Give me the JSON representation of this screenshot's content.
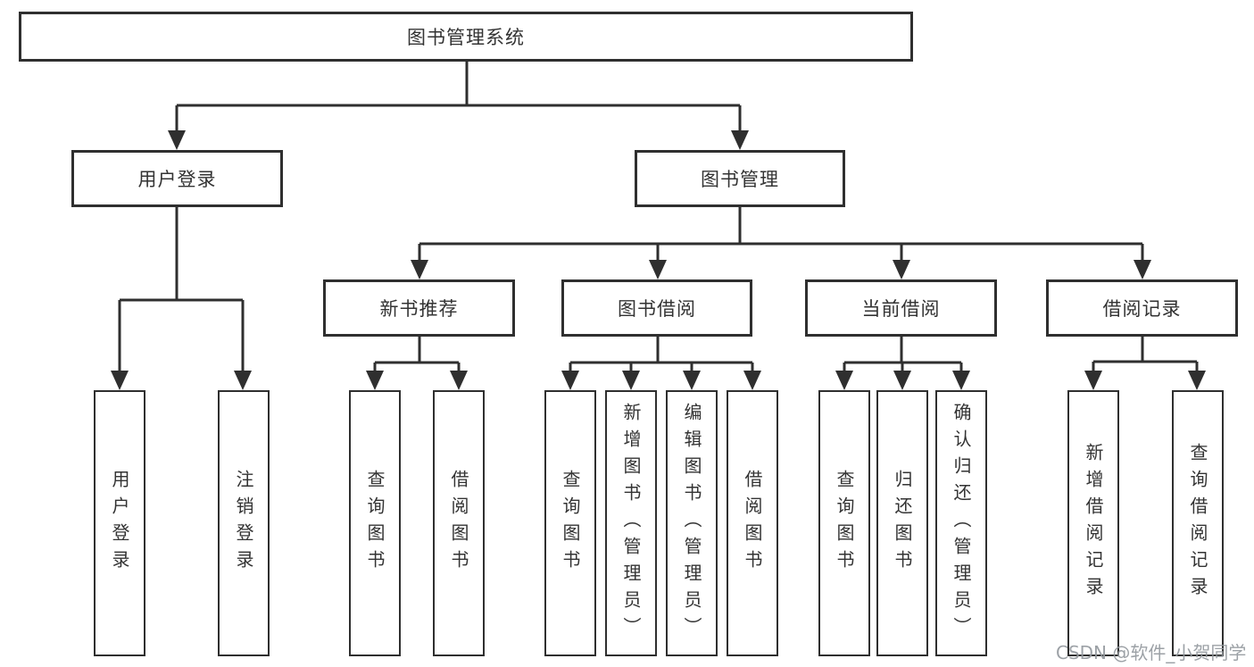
{
  "colors": {
    "line": "#2f2f2f",
    "text": "#333333",
    "box_background": "#ffffff"
  },
  "watermark": {
    "text": "CSDN @软件_小贺同学"
  },
  "nodes": {
    "root": {
      "label": "图书管理系统"
    },
    "userLogin": {
      "label": "用户登录"
    },
    "bookMgmt": {
      "label": "图书管理"
    },
    "newBookRec": {
      "label": "新书推荐"
    },
    "bookBorrow": {
      "label": "图书借阅"
    },
    "currentBorrow": {
      "label": "当前借阅"
    },
    "borrowRecords": {
      "label": "借阅记录"
    },
    "leafUserLogin": {
      "label": "用户登录"
    },
    "leafLogout": {
      "label": "注销登录"
    },
    "leafQueryBookA": {
      "label": "查询图书"
    },
    "leafBorrowBookA": {
      "label": "借阅图书"
    },
    "leafQueryBookB": {
      "label": "查询图书"
    },
    "leafAddBook": {
      "label": "新增图书（管理员）"
    },
    "leafEditBook": {
      "label": "编辑图书（管理员）"
    },
    "leafBorrowBookB": {
      "label": "借阅图书"
    },
    "leafQueryBookC": {
      "label": "查询图书"
    },
    "leafReturnBook": {
      "label": "归还图书"
    },
    "leafConfirmReturn": {
      "label": "确认归还（管理员）"
    },
    "leafAddRecord": {
      "label": "新增借阅记录"
    },
    "leafQueryRecord": {
      "label": "查询借阅记录"
    }
  }
}
